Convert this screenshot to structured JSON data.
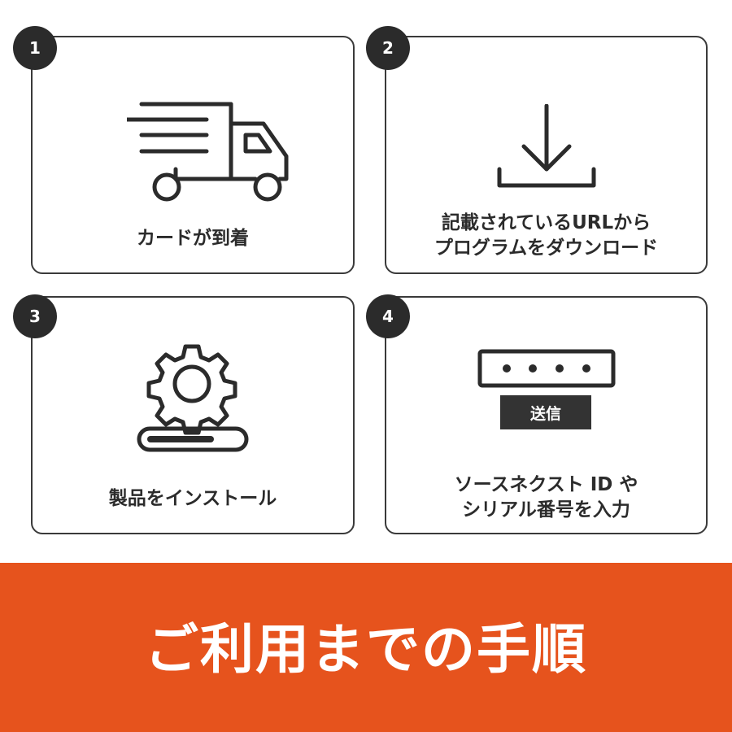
{
  "steps": [
    {
      "number": "1",
      "icon": "delivery-truck-icon",
      "label_lines": [
        "カードが到着"
      ]
    },
    {
      "number": "2",
      "icon": "download-icon",
      "label_lines": [
        "記載されているURLから",
        "プログラムをダウンロード"
      ]
    },
    {
      "number": "3",
      "icon": "gear-install-icon",
      "label_lines": [
        "製品をインストール"
      ]
    },
    {
      "number": "4",
      "icon": "password-field-icon",
      "send_button": "送信",
      "label_lines": [
        "ソースネクスト ID や",
        "シリアル番号を入力"
      ]
    }
  ],
  "footer": {
    "title": "ご利用までの手順"
  },
  "colors": {
    "accent": "#e6531d",
    "dark": "#2b2b2b",
    "border": "#3a3a3a"
  }
}
